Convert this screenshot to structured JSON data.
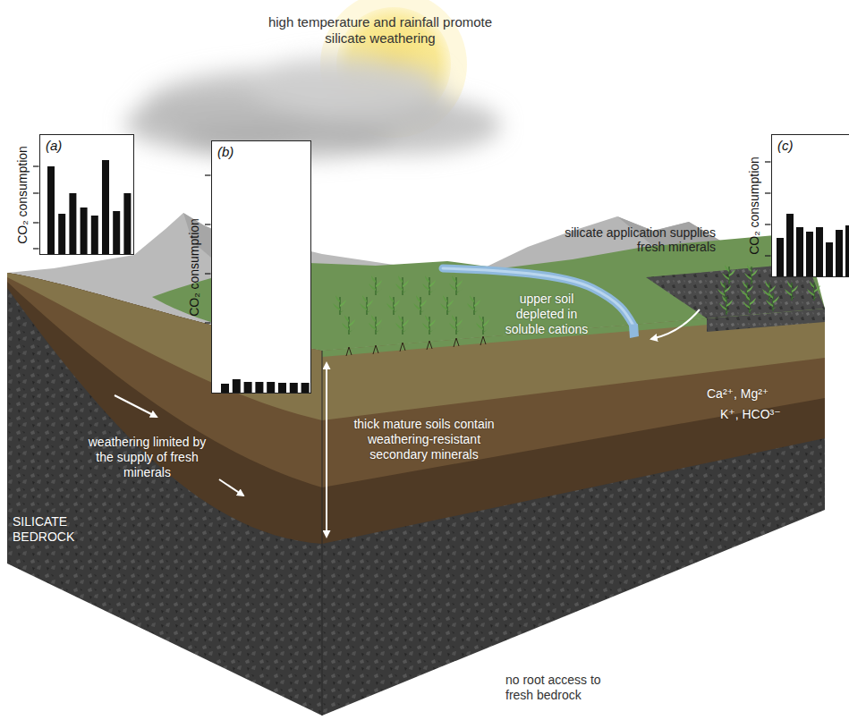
{
  "diagram": {
    "nodes": [
      {
        "text": [
          "(a)",
          "CO₂ consumption"
        ]
      },
      {
        "text": [
          "(b)",
          "CO₂ consumption"
        ]
      },
      {
        "text": [
          "(c)",
          "CO₂ consumption"
        ]
      }
    ],
    "labels": [
      "high temperature and rainfall promote silicate weathering",
      "silicate application supplies fresh minerals",
      "Ca²⁺, Mg²⁺",
      "K⁺, HCO³⁻",
      "weathering limited by the supply of fresh minerals",
      "upper soil depleted in soluble cations",
      "SILICATE BEDROCK",
      "thick mature soils contain weathering-resistant secondary minerals",
      "no root access to fresh bedrock"
    ]
  }
}
